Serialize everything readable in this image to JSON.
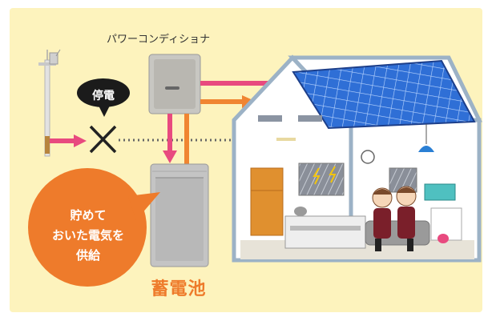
{
  "labels": {
    "power_conditioner": "パワーコンディショナ",
    "outage": "停電",
    "bubble_lines": [
      "貯めて",
      "おいた電気を",
      "供給"
    ],
    "battery": "蓄電池"
  },
  "colors": {
    "background": "#fdf3bd",
    "pink_arrow": "#e84a7f",
    "orange_arrow": "#f08531",
    "bubble": "#ee7b2b",
    "house_outline": "#9cb2c6",
    "solar_panel": "#2f6fd6"
  },
  "icons": [
    "utility-pole",
    "power-conditioner",
    "outage-cross",
    "battery-unit",
    "solar-panel",
    "house",
    "family"
  ]
}
